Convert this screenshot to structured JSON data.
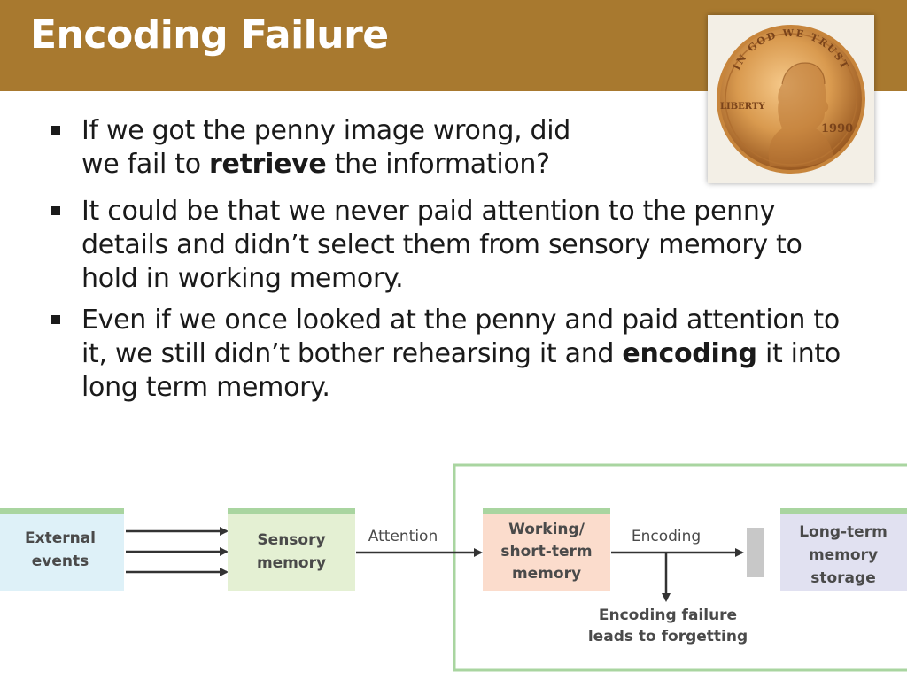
{
  "slide": {
    "title": "Encoding Failure",
    "bullets": [
      {
        "line1": "If we got the penny image wrong, did",
        "line2_before": "we fail to ",
        "line2_bold": "retrieve",
        "line2_after": " the information?"
      },
      {
        "text": "It could be that we never paid attention to the penny details and didn’t select them from sensory memory to hold in working memory."
      },
      {
        "before": "Even if we once looked at the penny and paid attention to it, we still didn’t bother rehearsing it and ",
        "bold": "encoding",
        "after": " it into long term memory."
      }
    ]
  },
  "penny": {
    "motto": "IN GOD WE TRUST",
    "liberty": "LIBERTY",
    "year": "1990"
  },
  "diagram": {
    "external_events": [
      "External",
      "events"
    ],
    "sensory_memory": [
      "Sensory",
      "memory"
    ],
    "attention": "Attention",
    "working_memory": [
      "Working/",
      "short-term",
      "memory"
    ],
    "encoding": "Encoding",
    "long_term": [
      "Long-term",
      "memory",
      "storage"
    ],
    "failure": [
      "Encoding failure",
      "leads to forgetting"
    ]
  },
  "colors": {
    "title_bar": "#a8792f",
    "box_green_bar": "#a9d5a0",
    "external_fill": "#def1f8",
    "sensory_fill": "#e4f0d3",
    "working_fill": "#fbdccc",
    "longterm_fill": "#e1e1f1",
    "frame_green": "#a9d5a0"
  }
}
